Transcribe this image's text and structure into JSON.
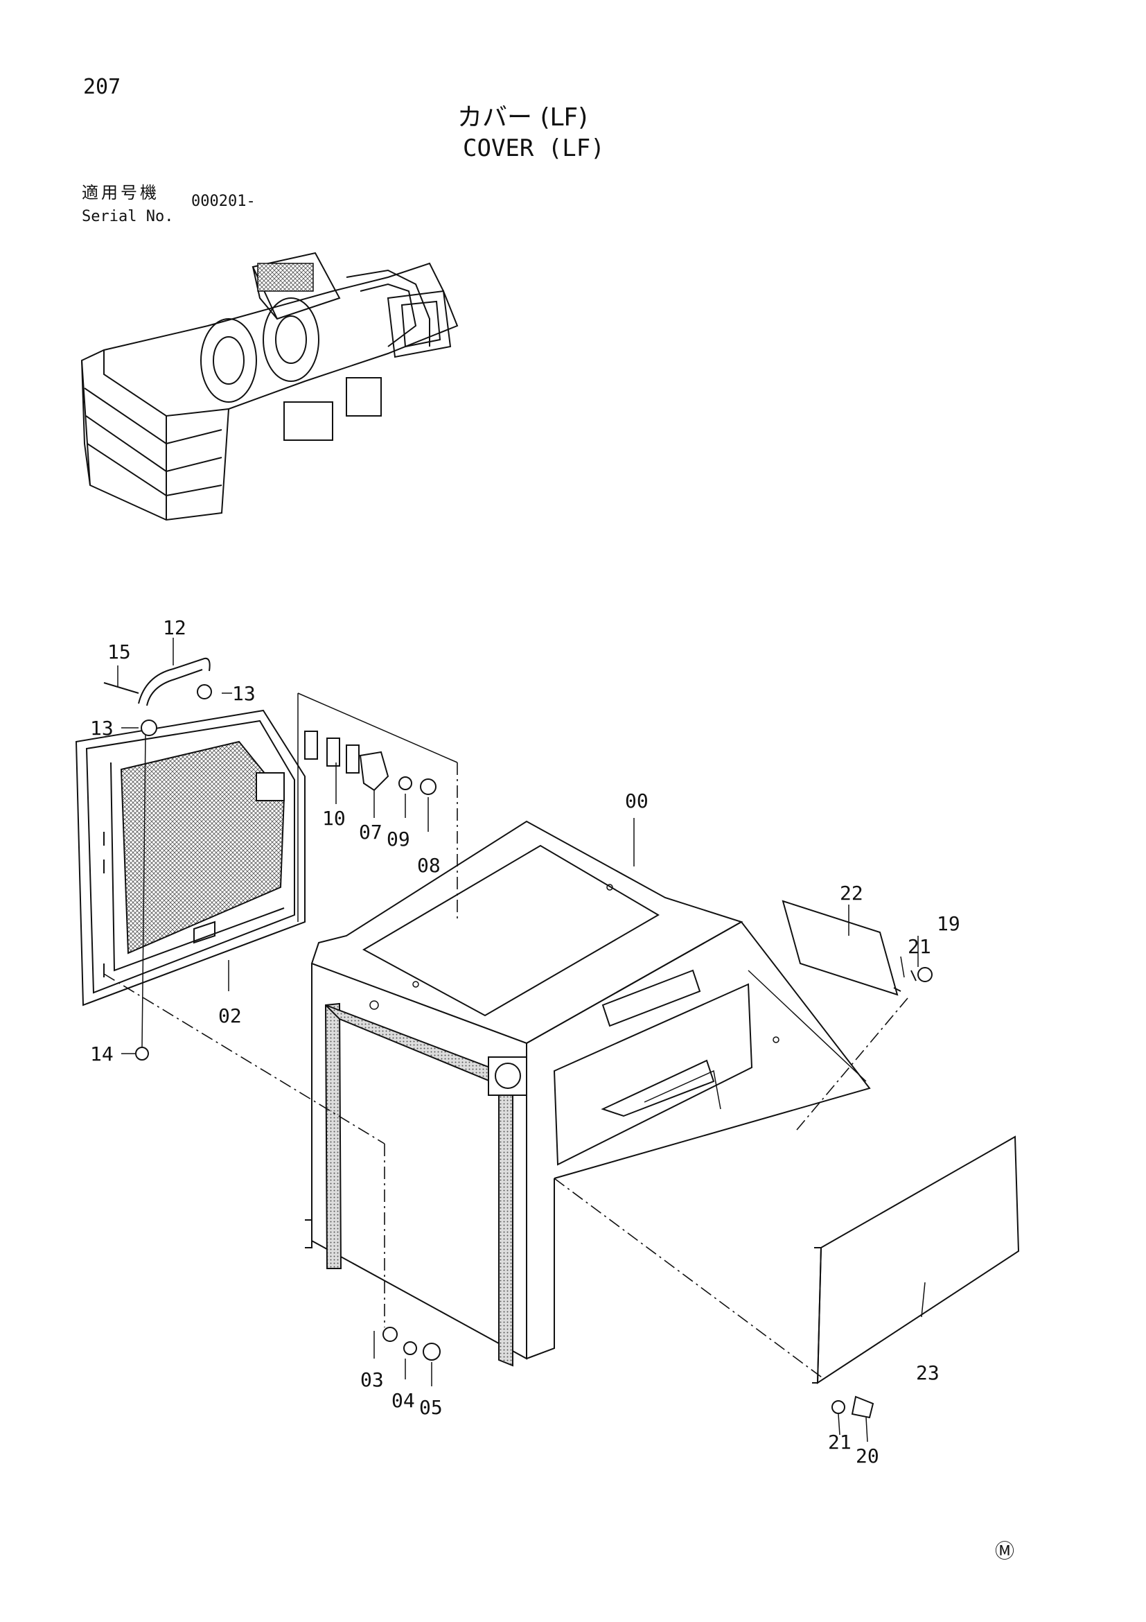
{
  "header": {
    "page_number": "207",
    "title_jp": "カバー (LF)",
    "title_en": "COVER (LF)",
    "serial_label_jp": "適用号機",
    "serial_label_en": "Serial No.",
    "serial_value": "000201-"
  },
  "parts": [
    {
      "id": "00",
      "label": "00"
    },
    {
      "id": "02",
      "label": "02"
    },
    {
      "id": "03",
      "label": "03"
    },
    {
      "id": "04",
      "label": "04"
    },
    {
      "id": "05",
      "label": "05"
    },
    {
      "id": "07",
      "label": "07"
    },
    {
      "id": "08",
      "label": "08"
    },
    {
      "id": "09",
      "label": "09"
    },
    {
      "id": "10",
      "label": "10"
    },
    {
      "id": "12",
      "label": "12"
    },
    {
      "id": "13a",
      "label": "13"
    },
    {
      "id": "13b",
      "label": "13"
    },
    {
      "id": "14",
      "label": "14"
    },
    {
      "id": "15",
      "label": "15"
    },
    {
      "id": "19",
      "label": "19"
    },
    {
      "id": "20",
      "label": "20"
    },
    {
      "id": "21a",
      "label": "21"
    },
    {
      "id": "21b",
      "label": "21"
    },
    {
      "id": "22",
      "label": "22"
    },
    {
      "id": "23",
      "label": "23"
    }
  ],
  "footer": {
    "mark": "Ⓜ"
  }
}
